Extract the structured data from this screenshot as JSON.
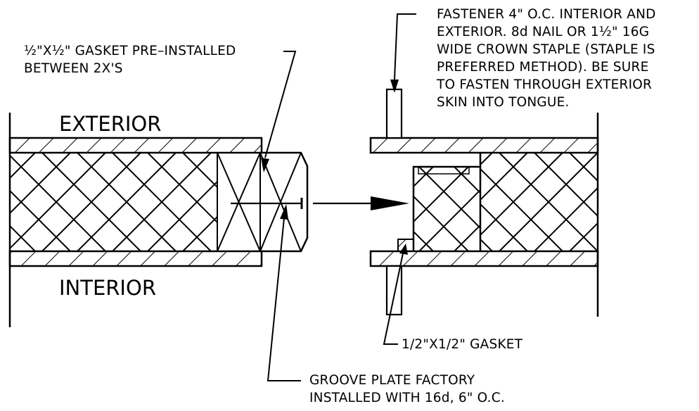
{
  "labels": {
    "exterior": "EXTERIOR",
    "interior": "INTERIOR"
  },
  "notes": {
    "gasket_preinstalled": [
      "½\"X½\" GASKET PRE–INSTALLED",
      "BETWEEN 2X'S"
    ],
    "fastener": [
      "FASTENER 4\" O.C. INTERIOR AND",
      "EXTERIOR. 8d NAIL OR 1½\" 16G",
      "WIDE CROWN STAPLE (STAPLE IS",
      "PREFERRED METHOD). BE SURE",
      "TO FASTEN THROUGH EXTERIOR",
      "SKIN INTO TONGUE."
    ],
    "gasket": [
      "1/2\"X1/2\" GASKET"
    ],
    "groove_plate": [
      "GROOVE PLATE FACTORY",
      "INSTALLED WITH 16d, 6\" O.C."
    ]
  },
  "colors": {
    "ink": "#000000",
    "paper": "#ffffff"
  }
}
